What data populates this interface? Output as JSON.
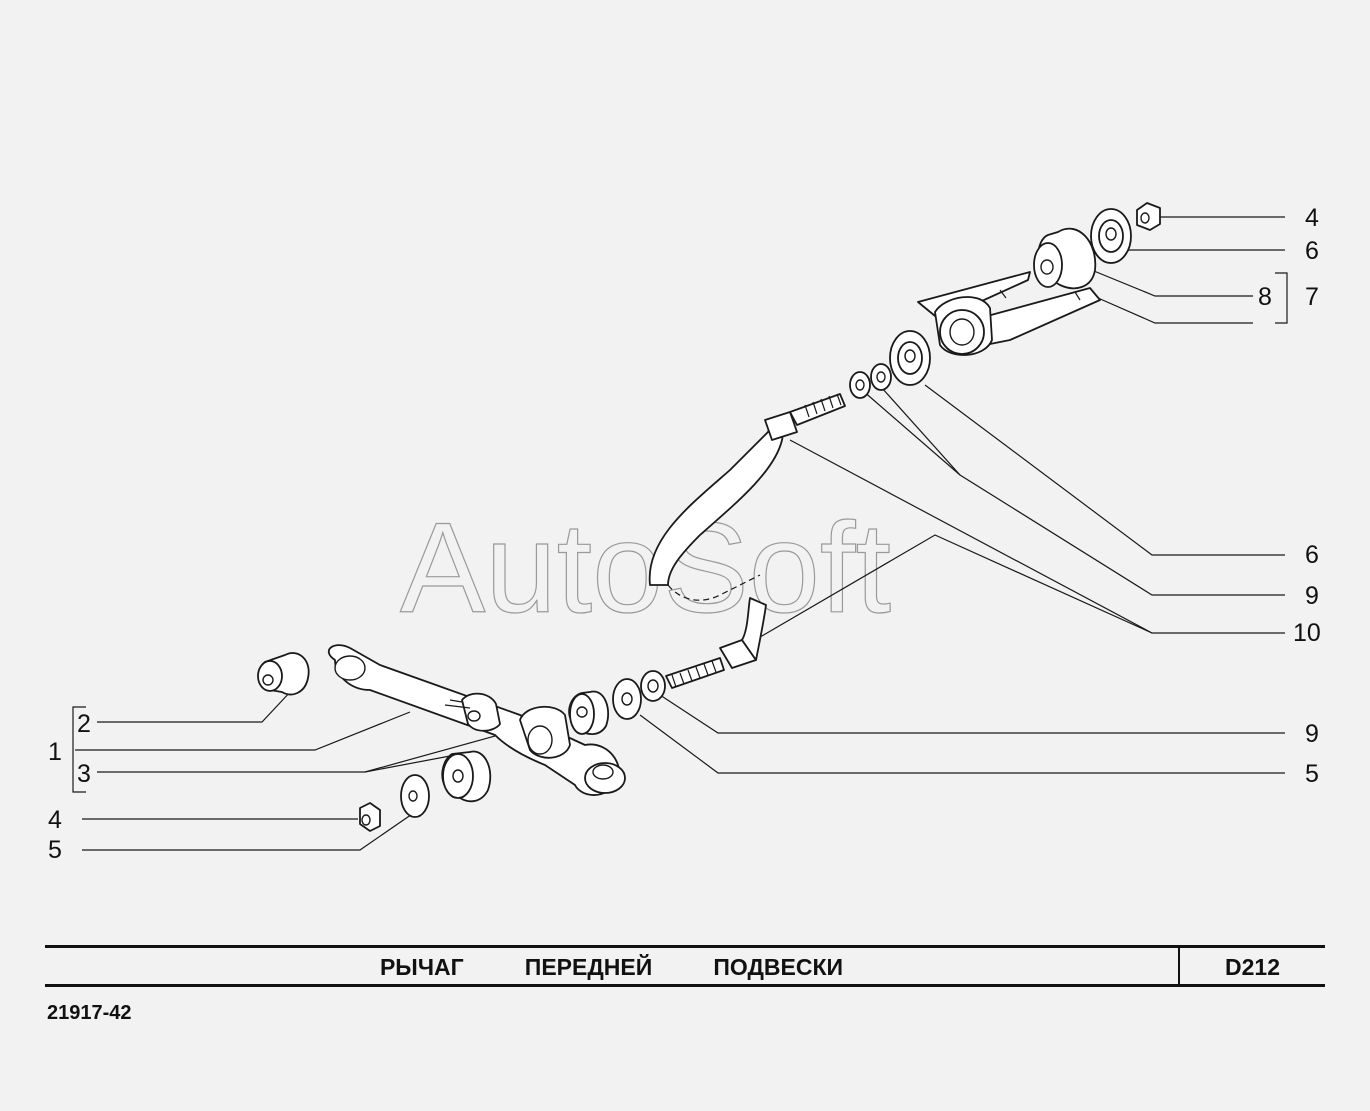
{
  "watermark": "AutoSoft",
  "title": "РЫЧАГ   ПЕРЕДНЕЙ   ПОДВЕСКИ",
  "page_code": "D212",
  "model_code": "21917-42",
  "callouts": {
    "c1": "1",
    "c2": "2",
    "c3": "3",
    "c4": "4",
    "c5": "5",
    "r4": "4",
    "r6a": "6",
    "r7": "7",
    "r8": "8",
    "r6b": "6",
    "r9a": "9",
    "r10": "10",
    "r9b": "9",
    "r5": "5"
  }
}
